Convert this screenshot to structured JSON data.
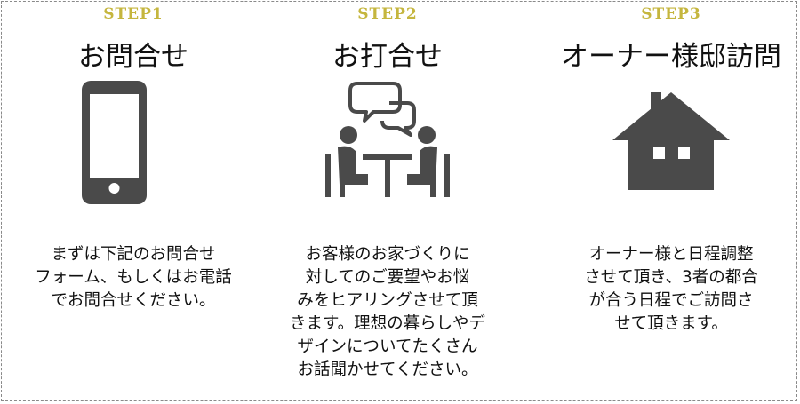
{
  "colors": {
    "step_label": "#c5b63e",
    "icon": "#4a4a4a",
    "border": "#8a8a8a"
  },
  "steps": [
    {
      "label": "STEP1",
      "title": "お問合せ",
      "icon": "smartphone-icon",
      "lines": [
        "まずは下記のお問合せ",
        "フォーム、もしくはお電話",
        "でお問合せください。"
      ]
    },
    {
      "label": "STEP2",
      "title": "お打合せ",
      "icon": "meeting-icon",
      "lines": [
        "お客様のお家づくりに",
        "対してのご要望やお悩",
        "みをヒアリングさせて頂",
        "きます。理想の暮らしやデ",
        "ザインについてたくさん",
        "お話聞かせてください。"
      ]
    },
    {
      "label": "STEP3",
      "title": "オーナー様邸訪問",
      "icon": "house-icon",
      "lines": [
        "オーナー様と日程調整",
        "させて頂き、3者の都合",
        "が合う日程でご訪問さ",
        "せて頂きます。"
      ]
    }
  ]
}
